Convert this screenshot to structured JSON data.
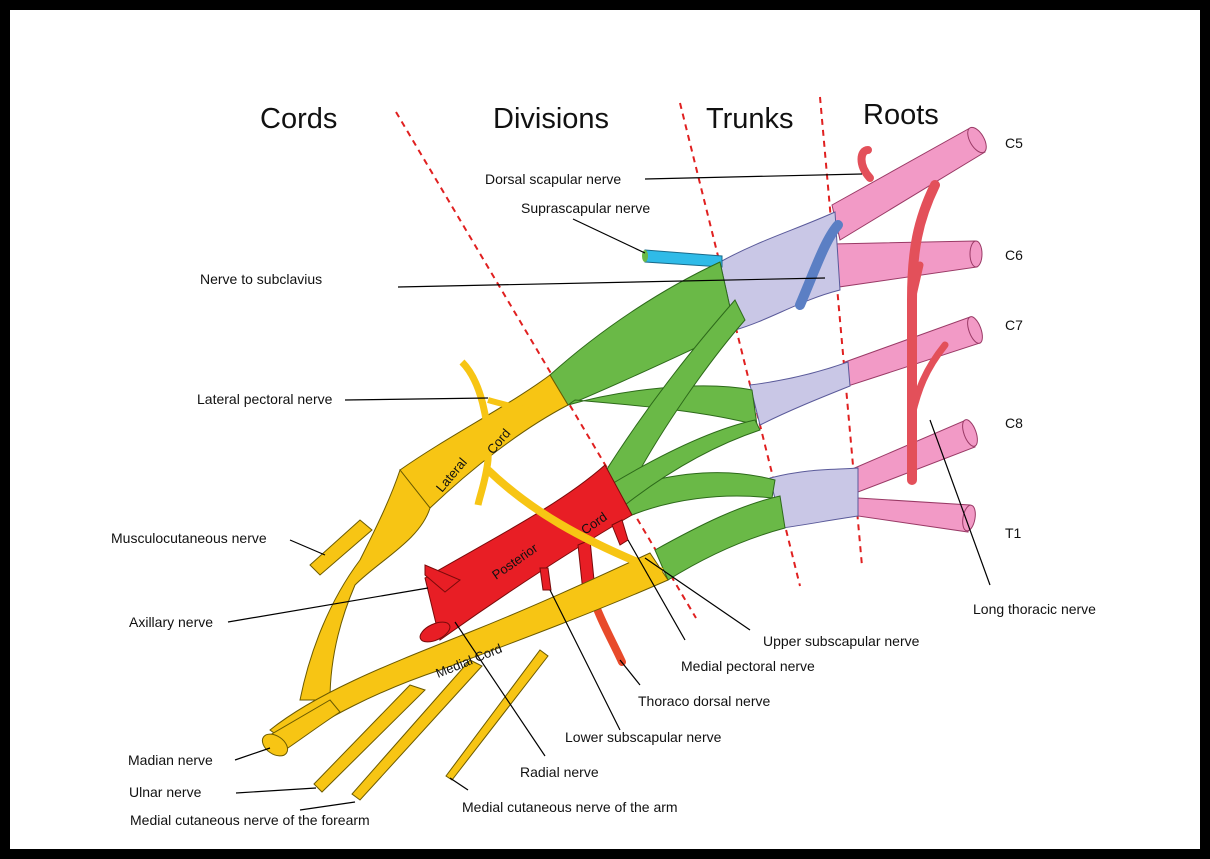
{
  "headers": {
    "cords": "Cords",
    "divisions": "Divisions",
    "trunks": "Trunks",
    "roots": "Roots"
  },
  "roots": [
    "C5",
    "C6",
    "C7",
    "C8",
    "T1"
  ],
  "cord_labels": {
    "lateral_a": "Lateral",
    "lateral_b": "Cord",
    "posterior_a": "Posterior",
    "posterior_b": "Cord",
    "medial": "Medial Cord"
  },
  "nerves": {
    "dorsal_scapular": "Dorsal scapular nerve",
    "suprascapular": "Suprascapular nerve",
    "subclavius": "Nerve to subclavius",
    "lateral_pectoral": "Lateral pectoral nerve",
    "musculocutaneous": "Musculocutaneous nerve",
    "axillary": "Axillary nerve",
    "median": "Madian nerve",
    "ulnar": "Ulnar nerve",
    "medial_cut_forearm": "Medial cutaneous nerve of the forearm",
    "medial_cut_arm": "Medial cutaneous nerve of the arm",
    "radial": "Radial nerve",
    "lower_subscapular": "Lower subscapular nerve",
    "thoracodorsal": "Thoraco dorsal nerve",
    "medial_pectoral": "Medial pectoral nerve",
    "upper_subscapular": "Upper subscapular nerve",
    "long_thoracic": "Long thoracic nerve"
  },
  "colors": {
    "roots": "#f29ac6",
    "trunks": "#c9c7e6",
    "divisions": "#6ab947",
    "lateral_medial_cords": "#f7c514",
    "posterior_cord": "#e81e25",
    "suprascapular": "#2fbbe8",
    "subclavius": "#5b7fc4",
    "long_thoracic": "#e3505a",
    "separator": "#e02020"
  }
}
